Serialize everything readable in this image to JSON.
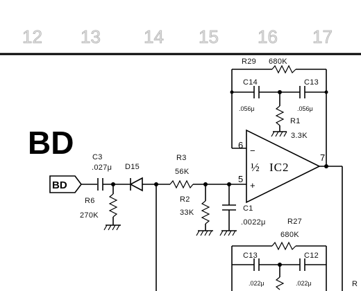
{
  "ruler": [
    "12",
    "13",
    "14",
    "15",
    "16",
    "17"
  ],
  "block_label": "BD",
  "input_tag": "BD",
  "opamp": {
    "half": "½",
    "name": "IC2"
  },
  "pins": {
    "minus": "6",
    "plus": "5",
    "out": "7"
  },
  "signs": {
    "minus": "−",
    "plus": "+"
  },
  "components": {
    "C3": {
      "ref": "C3",
      "value": ".027μ"
    },
    "D15": {
      "ref": "D15"
    },
    "R6": {
      "ref": "R6",
      "value": "270K"
    },
    "R3": {
      "ref": "R3",
      "value": "56K"
    },
    "R2": {
      "ref": "R2",
      "value": "33K"
    },
    "C1": {
      "ref": "C1",
      "value": ".0022μ"
    },
    "R29": {
      "ref": "R29",
      "value": "680K"
    },
    "C14": {
      "ref": "C14",
      "value": ".056μ"
    },
    "C13_top": {
      "ref": "C13",
      "value": ".056μ"
    },
    "R1": {
      "ref": "R1",
      "value": "3.3K"
    },
    "R27": {
      "ref": "R27",
      "value": "680K"
    },
    "C13": {
      "ref": "C13",
      "value": ".022μ"
    },
    "C12": {
      "ref": "C12",
      "value": ".022μ"
    }
  },
  "edge_label": "R"
}
